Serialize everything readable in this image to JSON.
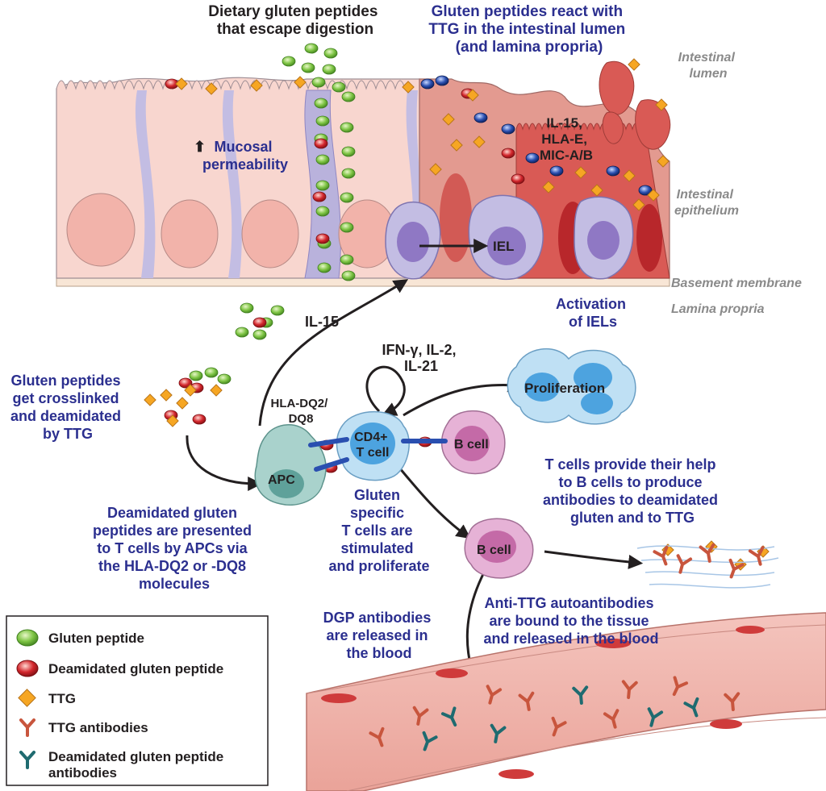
{
  "labels": {
    "dietary": [
      "Dietary gluten peptides",
      "that escape digestion"
    ],
    "react": [
      "Gluten peptides react with",
      "TTG in the intestinal lumen",
      "(and lamina propria)"
    ],
    "lumen": [
      "Intestinal",
      "lumen"
    ],
    "epithelium": [
      "Intestinal",
      "epithelium"
    ],
    "basement": "Basement membrane",
    "lamina": "Lamina propria",
    "permeability": [
      "Mucosal",
      "permeability"
    ],
    "il15_group": [
      "IL-15,",
      "HLA-E,",
      "MIC-A/B"
    ],
    "iel": "IEL",
    "activation": [
      "Activation",
      "of IELs"
    ],
    "il15": "IL-15",
    "cytokines": [
      "IFN-γ, IL-2,",
      "IL-21"
    ],
    "proliferation": "Proliferation",
    "crosslinked": [
      "Gluten peptides",
      "get crosslinked",
      "and deamidated",
      "by TTG"
    ],
    "hla": [
      "HLA-DQ2/",
      "DQ8"
    ],
    "cd4": [
      "CD4+",
      "T cell"
    ],
    "bcell": "B cell",
    "apc": "APC",
    "presented": [
      "Deamidated gluten",
      "peptides are presented",
      "to T cells by APCs via",
      "the HLA-DQ2 or -DQ8",
      "molecules"
    ],
    "specific": [
      "Gluten",
      "specific",
      "T cells are",
      "stimulated",
      "and proliferate"
    ],
    "help": [
      "T cells provide their help",
      "to B cells to produce",
      "antibodies to deamidated",
      "gluten and to TTG"
    ],
    "dgp": [
      "DGP antibodies",
      "are released in",
      "the blood"
    ],
    "antittg": [
      "Anti-TTG autoantibodies",
      "are bound to the tissue",
      "and released in the blood"
    ]
  },
  "legend": [
    {
      "label": "Gluten peptide",
      "icon": "green-peptide-icon"
    },
    {
      "label": "Deamidated gluten peptide",
      "icon": "red-peptide-icon"
    },
    {
      "label": "TTG",
      "icon": "ttg-diamond-icon"
    },
    {
      "label": "TTG antibodies",
      "icon": "ttg-antibody-icon"
    },
    {
      "label": "Deamidated gluten peptide",
      "label2": "antibodies",
      "icon": "dgp-antibody-icon"
    }
  ],
  "colors": {
    "label_blue": "#2b2f8f",
    "gluten": "#6fbf3a",
    "deamidated": "#c8252b",
    "ttg": "#f6a623",
    "ttg_antibody": "#c8553d",
    "dgp_antibody": "#1f6b70",
    "cell_pink": "#f6c9c2",
    "cell_lavender": "#b9b2dc",
    "epithelium_red": "#d95a55",
    "blood_vessel": "#f2b5ad"
  }
}
